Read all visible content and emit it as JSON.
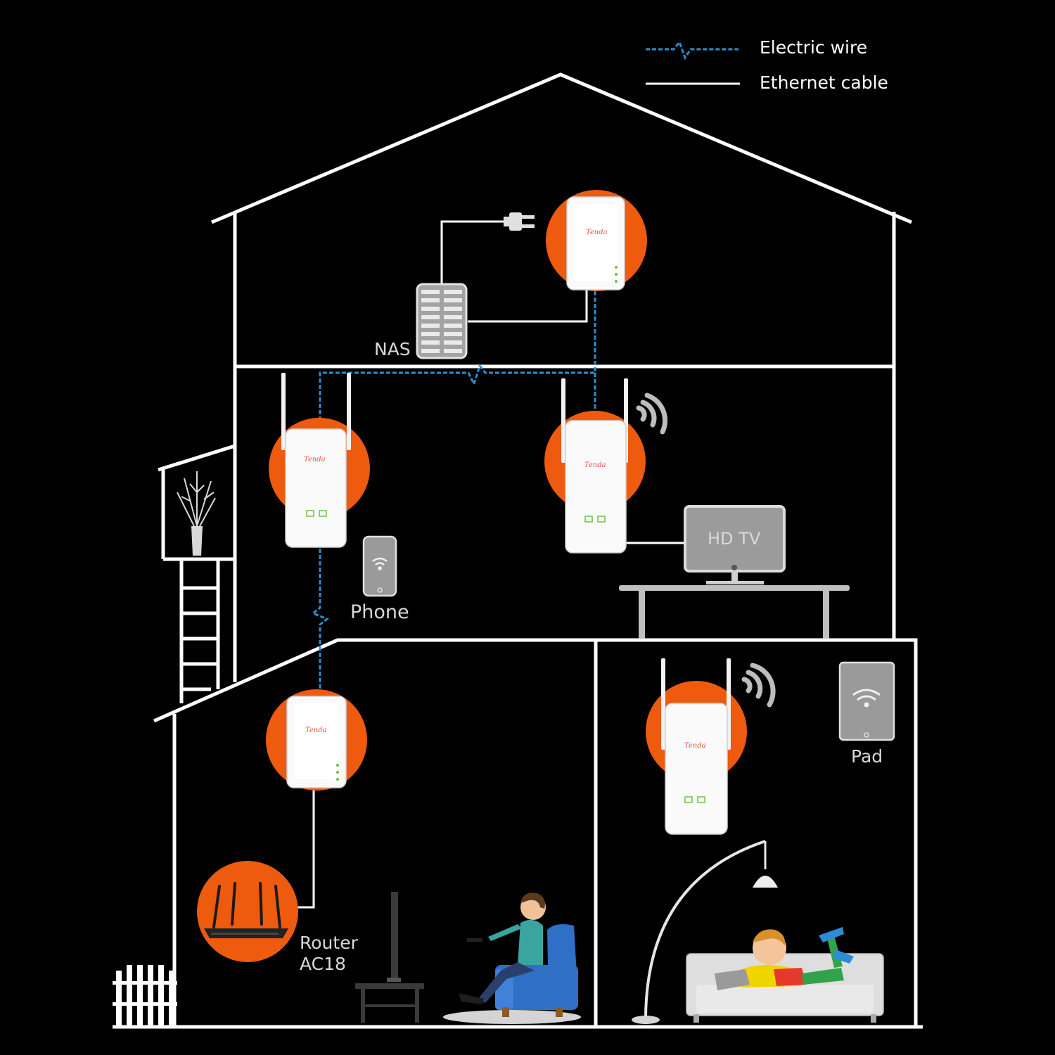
{
  "legend": {
    "electric_wire": "Electric wire",
    "ethernet_cable": "Ethernet cable"
  },
  "labels": {
    "nas": "NAS",
    "phone": "Phone",
    "hdtv": "HD TV",
    "pad": "Pad",
    "router_line1": "Router",
    "router_line2": "AC18"
  },
  "brand": "Tenda",
  "colors": {
    "background": "#000000",
    "house_outline": "#ffffff",
    "electric_wire": "#2a8fd0",
    "ethernet_cable": "#ffffff",
    "adapter_halo": "#ee5a0e",
    "device_gray": "#9a9a9a",
    "armchair": "#2f6fc6"
  }
}
